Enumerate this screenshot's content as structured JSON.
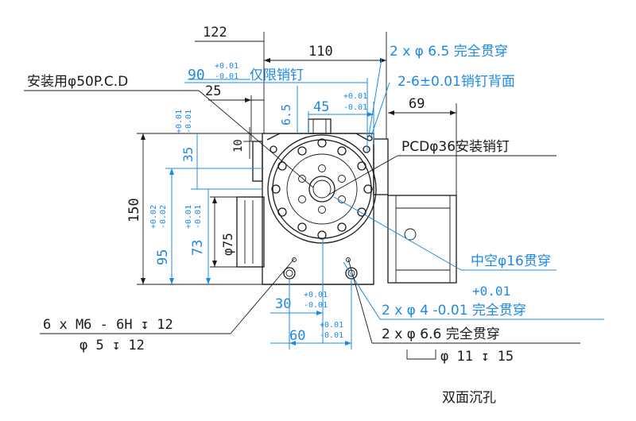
{
  "colors": {
    "ink": "#1a1a1a",
    "dim": "#1e88e5",
    "paper": "#ffffff"
  },
  "dims": {
    "d122": "122",
    "d110": "110",
    "d90": "90",
    "d90_tol_up": "+0.01",
    "d90_tol_dn": "-0.01",
    "d90_note": "仅限销钉",
    "d25": "25",
    "d65": "6.5",
    "d45": "45",
    "d45_tol_up": "+0.01",
    "d45_tol_dn": "-0.01",
    "d69": "69",
    "d10": "10",
    "d35": "35",
    "d35_tol_up": "+0.01",
    "d35_tol_dn": "-0.01",
    "d150": "150",
    "d95": "95",
    "d95_tol_up": "+0.02",
    "d95_tol_dn": "-0.02",
    "d73": "73",
    "d73_tol_up": "+0.01",
    "d73_tol_dn": "-0.01",
    "d75": "φ75",
    "d30": "30",
    "d30_tol_up": "+0.01",
    "d30_tol_dn": "-0.01",
    "d60": "60",
    "d60_tol_up": "+0.01",
    "d60_tol_dn": "-0.01"
  },
  "callouts": {
    "mount_pcd": "安装用φ50P.C.D",
    "hole_65": "2 x  φ  6.5  完全贯穿",
    "pin_back": "2-6±0.01销钉背面",
    "pcd36": "PCDφ36安装销钉",
    "hollow": "中空φ16贯穿",
    "hole_4_tol": "+0.01",
    "hole_4": "2 x  φ  4 -0.01  完全贯穿",
    "hole_66": "2 x  φ  6.6  完全贯穿",
    "cbore": "φ  11  ↧  15",
    "thread": "6 x   M6 - 6H  ↧  12",
    "thread_sub": "φ  5  ↧  12",
    "both_sides": "双面沉孔"
  }
}
